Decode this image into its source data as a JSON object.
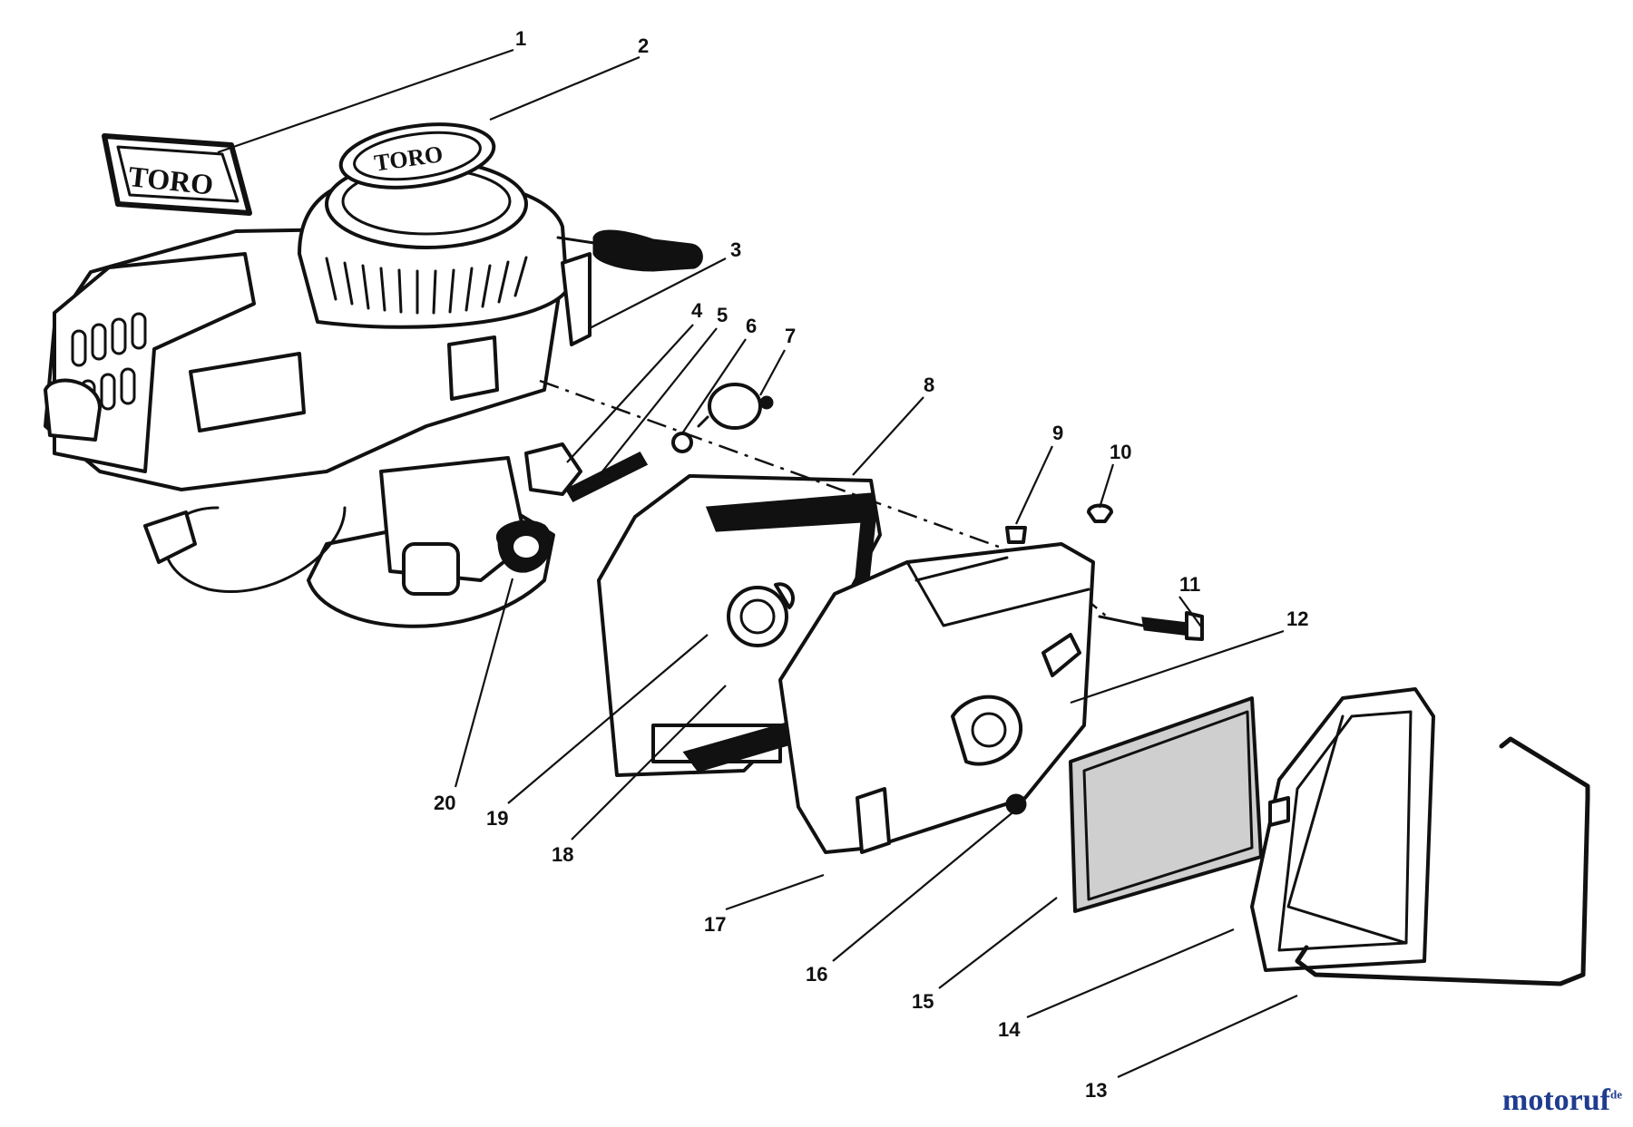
{
  "diagram": {
    "callouts": [
      "1",
      "2",
      "3",
      "4",
      "5",
      "6",
      "7",
      "8",
      "9",
      "10",
      "11",
      "12",
      "13",
      "14",
      "15",
      "16",
      "17",
      "18",
      "19",
      "20"
    ],
    "badges": {
      "nameplate": "TORO",
      "decal": "TORO"
    }
  },
  "watermark": {
    "brand": "motoruf",
    "tld": "de"
  },
  "colors": {
    "ink": "#111111",
    "watermark_blue": "#1f3c8f",
    "watermark_orange": "#f08a00"
  }
}
